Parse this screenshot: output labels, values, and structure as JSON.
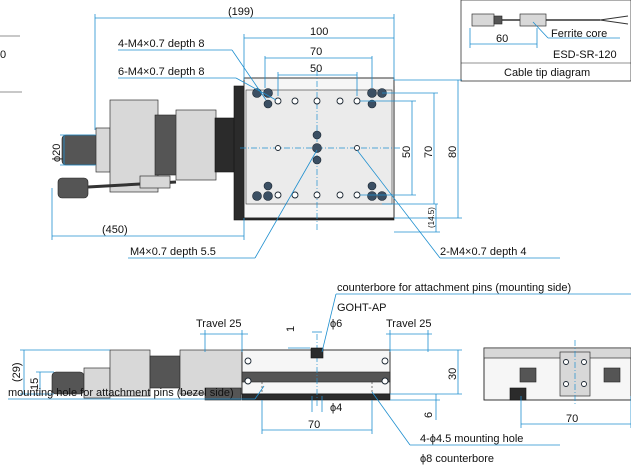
{
  "dimensions": {
    "overall_length": "(199)",
    "top_100": "100",
    "top_70": "70",
    "top_50": "50",
    "right_50": "50",
    "right_70": "70",
    "right_80": "80",
    "right_145": "(14.5)",
    "motor_dia": "ϕ20",
    "cable_length": "(450)",
    "side_29": "(29)",
    "side_15": "15",
    "side_30": "30",
    "side_6": "6",
    "side_1": "1",
    "bottom_70": "70",
    "end_70": "70",
    "pin_dia_6": "ϕ6",
    "pin_dia_4": "ϕ4",
    "travel_left": "Travel 25",
    "travel_right": "Travel 25"
  },
  "callouts": {
    "tap_4_m4": "4-M4×0.7 depth 8",
    "tap_6_m4": "6-M4×0.7 depth 8",
    "center_m4": "M4×0.7  depth 5.5",
    "tap_2_m4": "2-M4×0.7  depth 4",
    "pin_mount_side": "counterbore for attachment pins (mounting side)",
    "pin_part": "GOHT-AP",
    "pin_bezel_side": "mounting hole for attachment pins (bezel side)",
    "mounting_hole": "4-ϕ4.5 mounting hole",
    "counterbore": "ϕ8 counterbore"
  },
  "cable_tip": {
    "length": "60",
    "ferrite": "Ferrite core",
    "connector": "ESD-SR-120",
    "caption": "Cable tip diagram"
  },
  "left_edge": {
    "partial_box_text": "0"
  }
}
